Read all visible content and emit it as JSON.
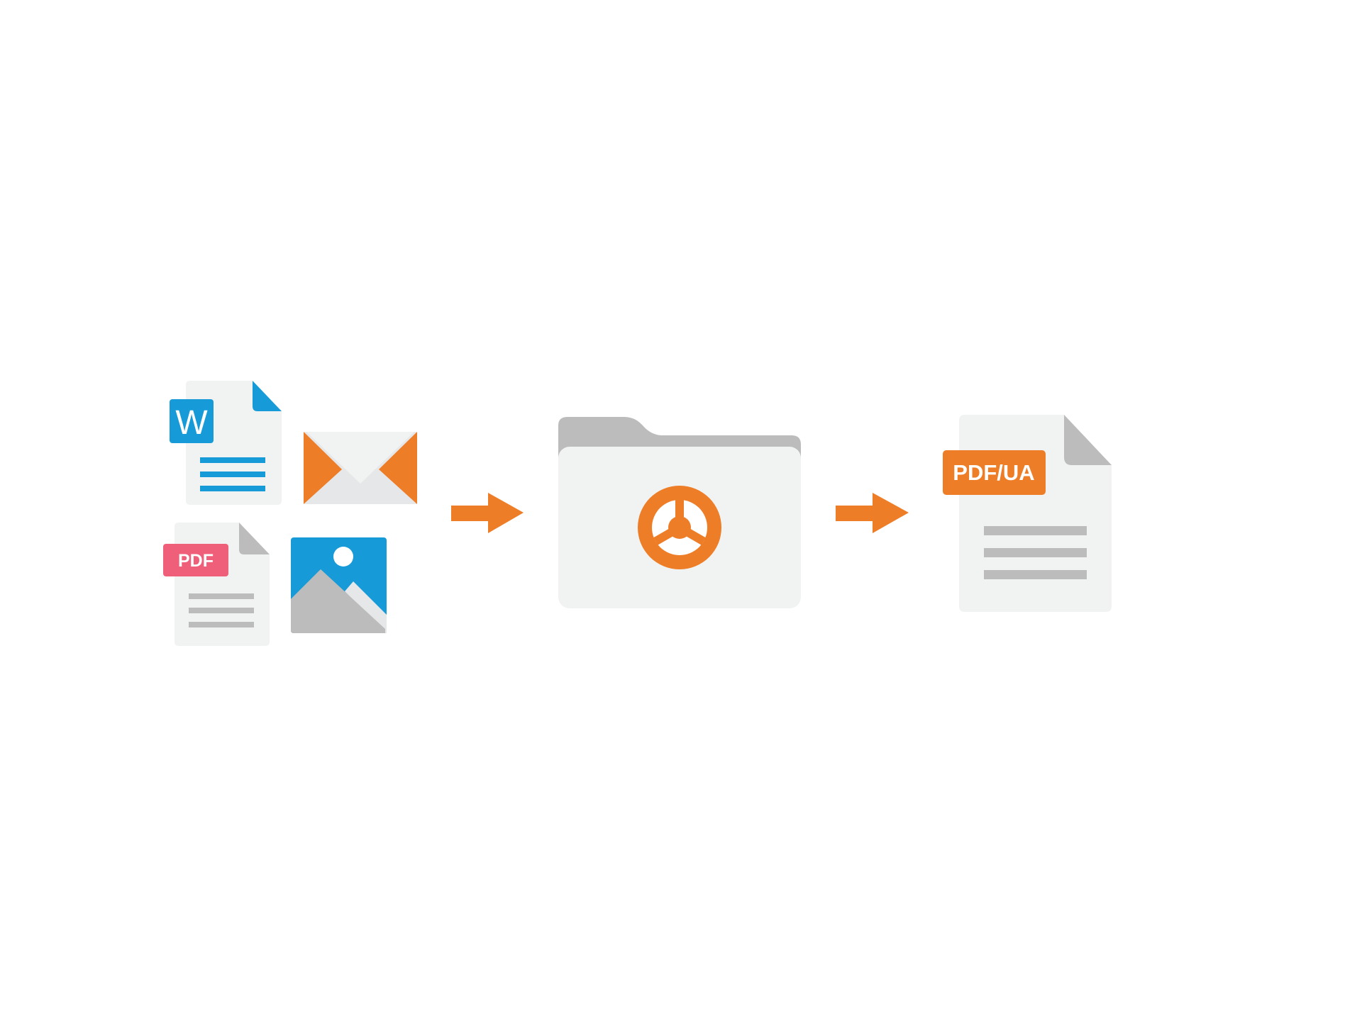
{
  "colors": {
    "background": "#ffffff",
    "paper": "#f1f2f2",
    "paper_shadow": "#e3e4e4",
    "gray": "#bcbcbc",
    "light_gray": "#e6e7e8",
    "orange": "#ee7d27",
    "blue": "#169bd8",
    "pink": "#ef5f7a",
    "white": "#ffffff"
  },
  "inputs": {
    "word_document": {
      "badge": "W",
      "icon": "word-document-icon"
    },
    "email": {
      "icon": "envelope-icon"
    },
    "pdf_document": {
      "badge": "PDF",
      "icon": "pdf-document-icon"
    },
    "image": {
      "icon": "image-icon"
    }
  },
  "processor": {
    "icon": "folder-icon",
    "emblem": "steering-wheel-icon"
  },
  "output": {
    "badge": "PDF/UA",
    "icon": "pdf-ua-document-icon"
  },
  "arrows": [
    "arrow-right-icon",
    "arrow-right-icon"
  ]
}
